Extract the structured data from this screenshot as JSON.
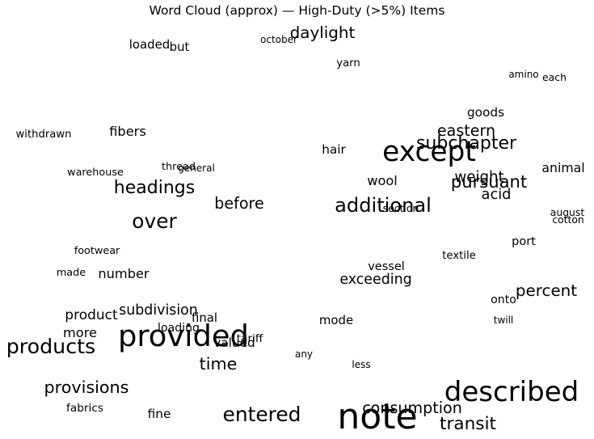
{
  "chart_data": {
    "type": "word-cloud",
    "title": "Word Cloud (approx) — High-Duty (>5%) Items",
    "color": "#000000",
    "words": [
      {
        "text": "note",
        "weight": 100
      },
      {
        "text": "described",
        "weight": 76
      },
      {
        "text": "provided",
        "weight": 83
      },
      {
        "text": "except",
        "weight": 77
      },
      {
        "text": "products",
        "weight": 55
      },
      {
        "text": "over",
        "weight": 54
      },
      {
        "text": "entered",
        "weight": 54
      },
      {
        "text": "additional",
        "weight": 52
      },
      {
        "text": "headings",
        "weight": 47
      },
      {
        "text": "subchapter",
        "weight": 47
      },
      {
        "text": "transit",
        "weight": 46
      },
      {
        "text": "pursuant",
        "weight": 45
      },
      {
        "text": "provisions",
        "weight": 44
      },
      {
        "text": "time",
        "weight": 44
      },
      {
        "text": "percent",
        "weight": 42
      },
      {
        "text": "daylight",
        "weight": 42
      },
      {
        "text": "before",
        "weight": 40
      },
      {
        "text": "eastern",
        "weight": 40
      },
      {
        "text": "consumption",
        "weight": 40
      },
      {
        "text": "weight",
        "weight": 38
      },
      {
        "text": "acid",
        "weight": 37
      },
      {
        "text": "subdivision",
        "weight": 36
      },
      {
        "text": "exceeding",
        "weight": 36
      },
      {
        "text": "product",
        "weight": 35
      },
      {
        "text": "number",
        "weight": 33
      },
      {
        "text": "more",
        "weight": 33
      },
      {
        "text": "fibers",
        "weight": 33
      },
      {
        "text": "wool",
        "weight": 33
      },
      {
        "text": "animal",
        "weight": 32
      },
      {
        "text": "fine",
        "weight": 31
      },
      {
        "text": "hair",
        "weight": 31
      },
      {
        "text": "valued",
        "weight": 31
      },
      {
        "text": "goods",
        "weight": 31
      },
      {
        "text": "loaded",
        "weight": 30
      },
      {
        "text": "but",
        "weight": 30
      },
      {
        "text": "mode",
        "weight": 30
      },
      {
        "text": "final",
        "weight": 30
      },
      {
        "text": "port",
        "weight": 29
      },
      {
        "text": "vessel",
        "weight": 29
      },
      {
        "text": "onto",
        "weight": 28
      },
      {
        "text": "loading",
        "weight": 28
      },
      {
        "text": "tariff",
        "weight": 27
      },
      {
        "text": "fabrics",
        "weight": 27
      },
      {
        "text": "textile",
        "weight": 26
      },
      {
        "text": "yarn",
        "weight": 26
      },
      {
        "text": "withdrawn",
        "weight": 26
      },
      {
        "text": "warehouse",
        "weight": 25
      },
      {
        "text": "footwear",
        "weight": 25
      },
      {
        "text": "made",
        "weight": 25
      },
      {
        "text": "thread",
        "weight": 25
      },
      {
        "text": "section",
        "weight": 24
      },
      {
        "text": "august",
        "weight": 24
      },
      {
        "text": "cotton",
        "weight": 24
      },
      {
        "text": "each",
        "weight": 24
      },
      {
        "text": "amino",
        "weight": 23
      },
      {
        "text": "general",
        "weight": 23
      },
      {
        "text": "october",
        "weight": 23
      },
      {
        "text": "twill",
        "weight": 23
      },
      {
        "text": "less",
        "weight": 23
      },
      {
        "text": "any",
        "weight": 23
      }
    ]
  }
}
